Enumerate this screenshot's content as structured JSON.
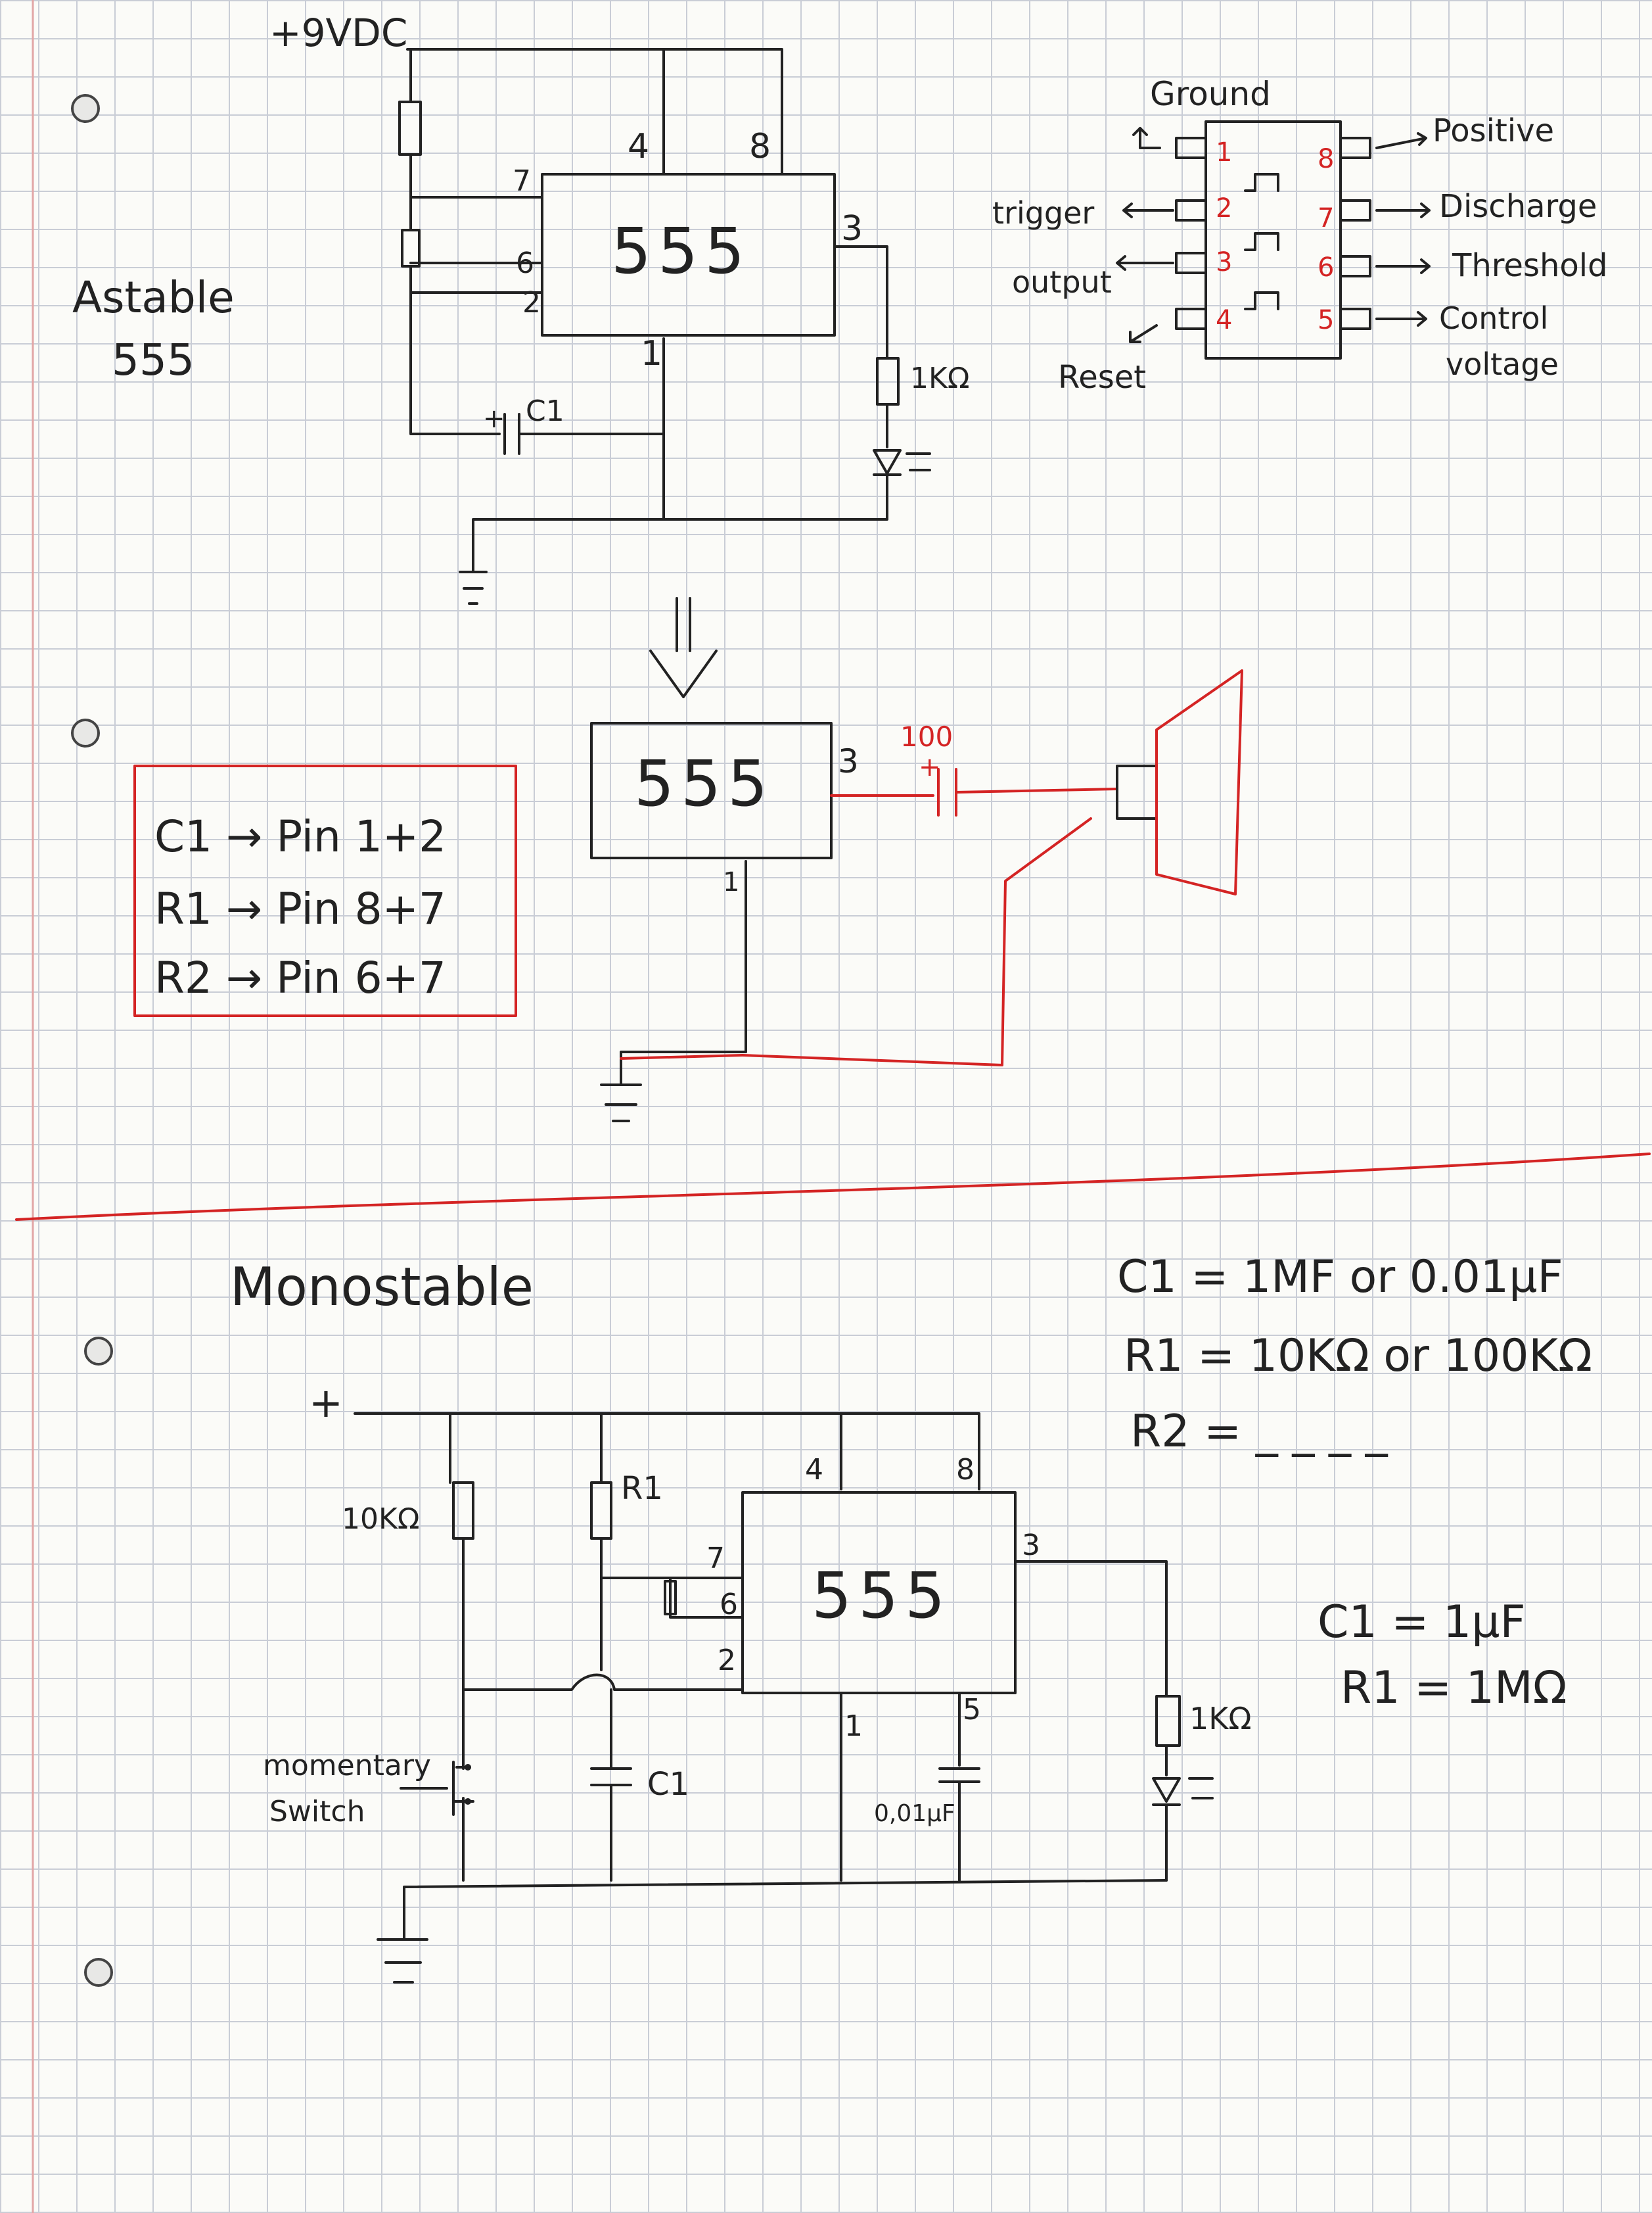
{
  "astable": {
    "supply_label": "+9VDC",
    "title_line1": "Astable",
    "title_line2": "555",
    "chip_label": "555",
    "pins": {
      "p4": "4",
      "p8": "8",
      "p7": "7",
      "p6": "6",
      "p2": "2",
      "p3": "3",
      "p1": "1"
    },
    "cap_label": "C1",
    "cap_plus": "+",
    "resistor_label": "1KΩ"
  },
  "pinout": {
    "left": [
      {
        "name": "Ground",
        "pin": "1"
      },
      {
        "name": "trigger",
        "pin": "2"
      },
      {
        "name": "output",
        "pin": "3"
      },
      {
        "name": "Reset",
        "pin": "4"
      }
    ],
    "right": [
      {
        "name": "Positive",
        "pin": "8"
      },
      {
        "name": "Discharge",
        "pin": "7"
      },
      {
        "name": "Threshold",
        "pin": "6"
      },
      {
        "name": "Control",
        "name2": "voltage",
        "pin": "5"
      }
    ]
  },
  "speaker_circuit": {
    "chip_label": "555",
    "pin3": "3",
    "pin1": "1",
    "cap_value": "100",
    "cap_plus": "+"
  },
  "notes_box": {
    "line1": "C1 → Pin 1+2",
    "line2": "R1 → Pin 8+7",
    "line3": "R2 → Pin 6+7"
  },
  "monostable": {
    "title": "Monostable",
    "supply_label": "+",
    "chip_label": "555",
    "pins": {
      "p4": "4",
      "p8": "8",
      "p7": "7",
      "p6": "6",
      "p2": "2",
      "p3": "3",
      "p1": "1",
      "p5": "5"
    },
    "r_10k": "10KΩ",
    "r1": "R1",
    "c1": "C1",
    "cap_001": "0,01µF",
    "r_1k": "1KΩ",
    "switch_line1": "momentary",
    "switch_line2": "Switch"
  },
  "values_top": {
    "c1": "C1 = 1MF or 0.01µF",
    "r1": "R1 = 10KΩ or 100KΩ",
    "r2": "R2 = _ _ _ _"
  },
  "values_bottom": {
    "c1": "C1 = 1µF",
    "r1": "R1 = 1MΩ"
  }
}
